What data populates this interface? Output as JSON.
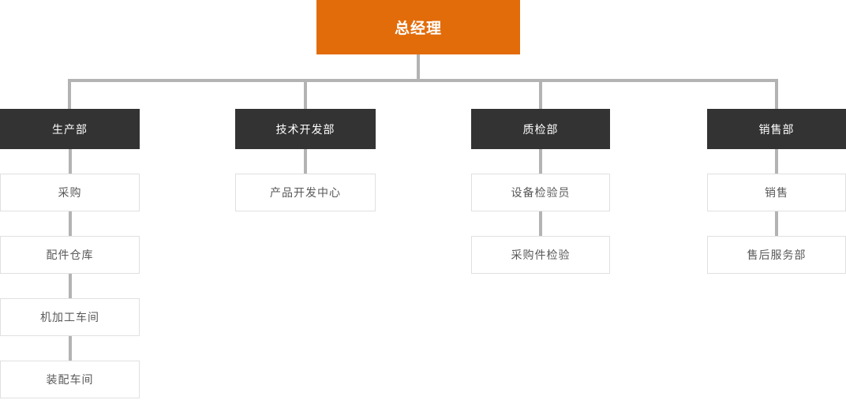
{
  "diagram_type": "org-chart",
  "theme": {
    "accent-orange": "#e26c0a",
    "dept-dark": "#333333",
    "connector-gray": "#b3b3b3",
    "box-border": "#e0e0e0",
    "box-text": "#595959"
  },
  "root": {
    "label": "总经理"
  },
  "columns": [
    {
      "dept": "生产部",
      "children": [
        {
          "label": "采购"
        },
        {
          "label": "配件仓库"
        },
        {
          "label": "机加工车间"
        },
        {
          "label": "装配车间"
        }
      ]
    },
    {
      "dept": "技术开发部",
      "children": [
        {
          "label": "产品开发中心"
        }
      ]
    },
    {
      "dept": "质检部",
      "children": [
        {
          "label": "设备检验员"
        },
        {
          "label": "采购件检验"
        }
      ]
    },
    {
      "dept": "销售部",
      "children": [
        {
          "label": "销售"
        },
        {
          "label": "售后服务部"
        }
      ]
    }
  ]
}
